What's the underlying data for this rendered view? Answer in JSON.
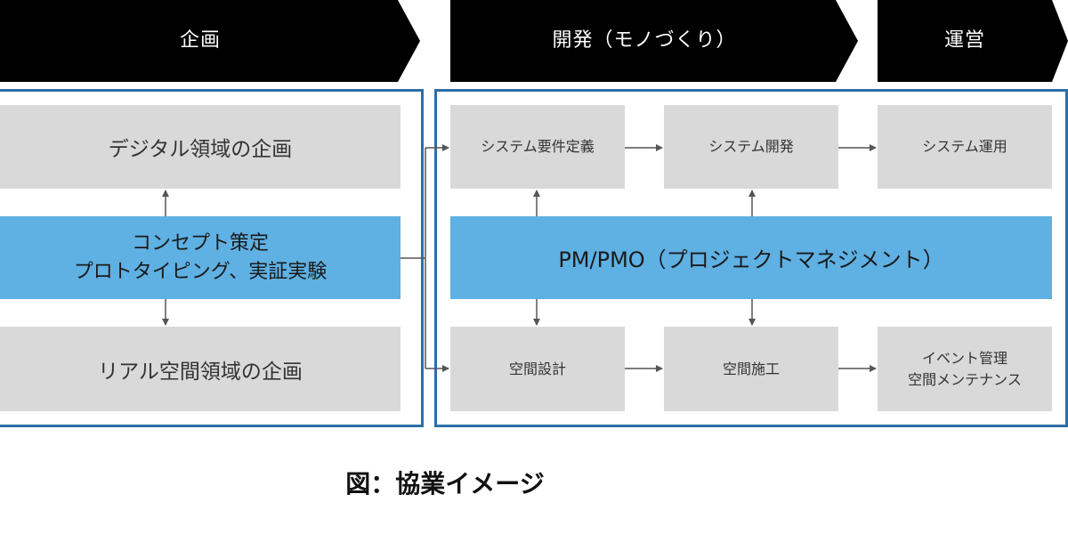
{
  "phases": {
    "plan": "企画",
    "develop": "開発（モノづくり）",
    "operate": "運営"
  },
  "planning": {
    "digital": "デジタル領域の企画",
    "concept_line1": "コンセプト策定",
    "concept_line2": "プロトタイピング、実証実験",
    "real": "リアル空間領域の企画"
  },
  "development": {
    "system_requirements": "システム要件定義",
    "system_development": "システム開発",
    "pm_pmo": "PM/PMO（プロジェクトマネジメント）",
    "space_design": "空間設計",
    "space_construction": "空間施工"
  },
  "operation": {
    "system_operation": "システム運用",
    "event_line1": "イベント管理",
    "event_line2": "空間メンテナンス"
  },
  "caption": "図：協業イメージ",
  "colors": {
    "phase_bar": "#000000",
    "frame": "#2c6fa7",
    "box": "#d9d9d9",
    "band": "#5fb0e3",
    "arrow": "#555555"
  }
}
